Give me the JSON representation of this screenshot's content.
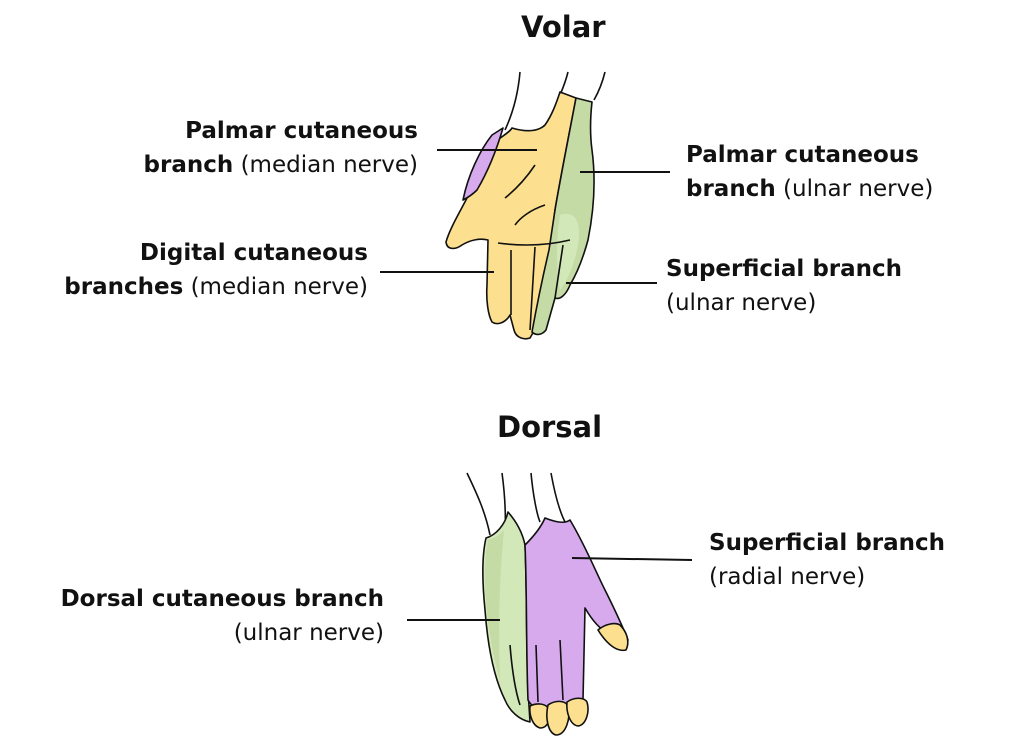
{
  "colors": {
    "median": "#FDE08F",
    "ulnar": "#C5DBA5",
    "ulnar_light": "#D3E8B8",
    "radial": "#D7AAEE",
    "outline": "#111111"
  },
  "volar": {
    "title": "Volar",
    "labels": [
      {
        "id": "palmar-median",
        "bold": "Palmar cutaneous",
        "bold2": "branch",
        "normal": "(median nerve)"
      },
      {
        "id": "digital-median",
        "bold": "Digital cutaneous",
        "bold2": "branches",
        "normal": "(median nerve)"
      },
      {
        "id": "palmar-ulnar",
        "bold": "Palmar cutaneous",
        "bold2": "branch",
        "normal": "(ulnar nerve)"
      },
      {
        "id": "superficial-ulnar",
        "bold": "Superficial branch",
        "bold2": "",
        "normal": "(ulnar nerve)"
      }
    ]
  },
  "dorsal": {
    "title": "Dorsal",
    "labels": [
      {
        "id": "dorsal-ulnar",
        "bold": "Dorsal cutaneous branch",
        "normal": "(ulnar nerve)"
      },
      {
        "id": "superficial-radial",
        "bold": "Superficial branch",
        "normal": "(radial nerve)"
      }
    ]
  }
}
